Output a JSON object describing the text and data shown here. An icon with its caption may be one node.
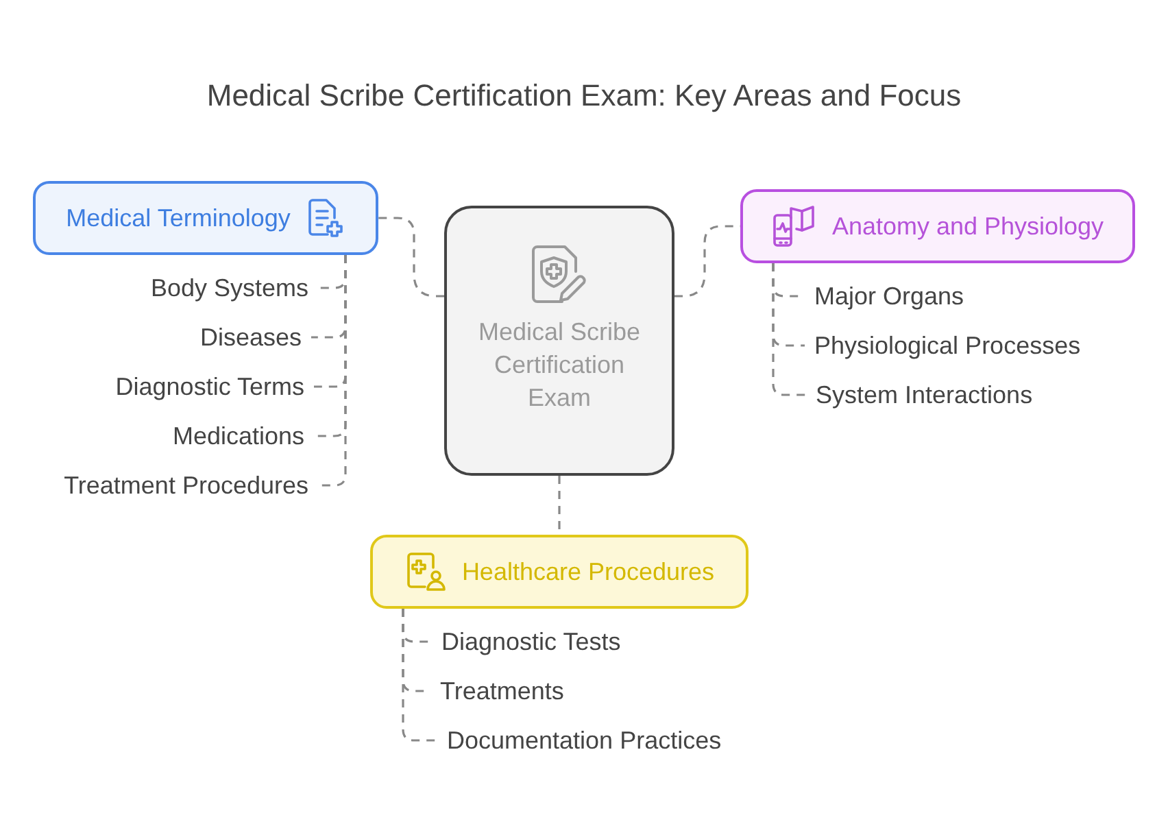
{
  "diagram": {
    "title": "Medical Scribe Certification Exam: Key Areas and Focus",
    "nodes": [
      {
        "text": [
          "Medical Scribe Certification Exam"
        ]
      },
      {
        "text": [
          "Medical Terminology"
        ]
      },
      {
        "text": [
          "Body Systems"
        ]
      },
      {
        "text": [
          "Diseases"
        ]
      },
      {
        "text": [
          "Diagnostic Terms"
        ]
      },
      {
        "text": [
          "Medications"
        ]
      },
      {
        "text": [
          "Treatment Procedures"
        ]
      },
      {
        "text": [
          "Anatomy and Physiology"
        ]
      },
      {
        "text": [
          "Major Organs"
        ]
      },
      {
        "text": [
          "Physiological Processes"
        ]
      },
      {
        "text": [
          "System Interactions"
        ]
      },
      {
        "text": [
          "Healthcare Procedures"
        ]
      },
      {
        "text": [
          "Diagnostic Tests"
        ]
      },
      {
        "text": [
          "Treatments"
        ]
      },
      {
        "text": [
          "Documentation Practices"
        ]
      }
    ],
    "edges": [
      {
        "from": 0,
        "to": 1,
        "arrow": "none",
        "style": "dashed"
      },
      {
        "from": 0,
        "to": 7,
        "arrow": "none",
        "style": "dashed"
      },
      {
        "from": 0,
        "to": 11,
        "arrow": "none",
        "style": "dashed"
      },
      {
        "from": 1,
        "to": 2,
        "arrow": "none",
        "style": "dashed"
      },
      {
        "from": 1,
        "to": 3,
        "arrow": "none",
        "style": "dashed"
      },
      {
        "from": 1,
        "to": 4,
        "arrow": "none",
        "style": "dashed"
      },
      {
        "from": 1,
        "to": 5,
        "arrow": "none",
        "style": "dashed"
      },
      {
        "from": 1,
        "to": 6,
        "arrow": "none",
        "style": "dashed"
      },
      {
        "from": 7,
        "to": 8,
        "arrow": "none",
        "style": "dashed"
      },
      {
        "from": 7,
        "to": 9,
        "arrow": "none",
        "style": "dashed"
      },
      {
        "from": 7,
        "to": 10,
        "arrow": "none",
        "style": "dashed"
      },
      {
        "from": 11,
        "to": 12,
        "arrow": "none",
        "style": "dashed"
      },
      {
        "from": 11,
        "to": 13,
        "arrow": "none",
        "style": "dashed"
      },
      {
        "from": 11,
        "to": 14,
        "arrow": "none",
        "style": "dashed"
      }
    ]
  }
}
